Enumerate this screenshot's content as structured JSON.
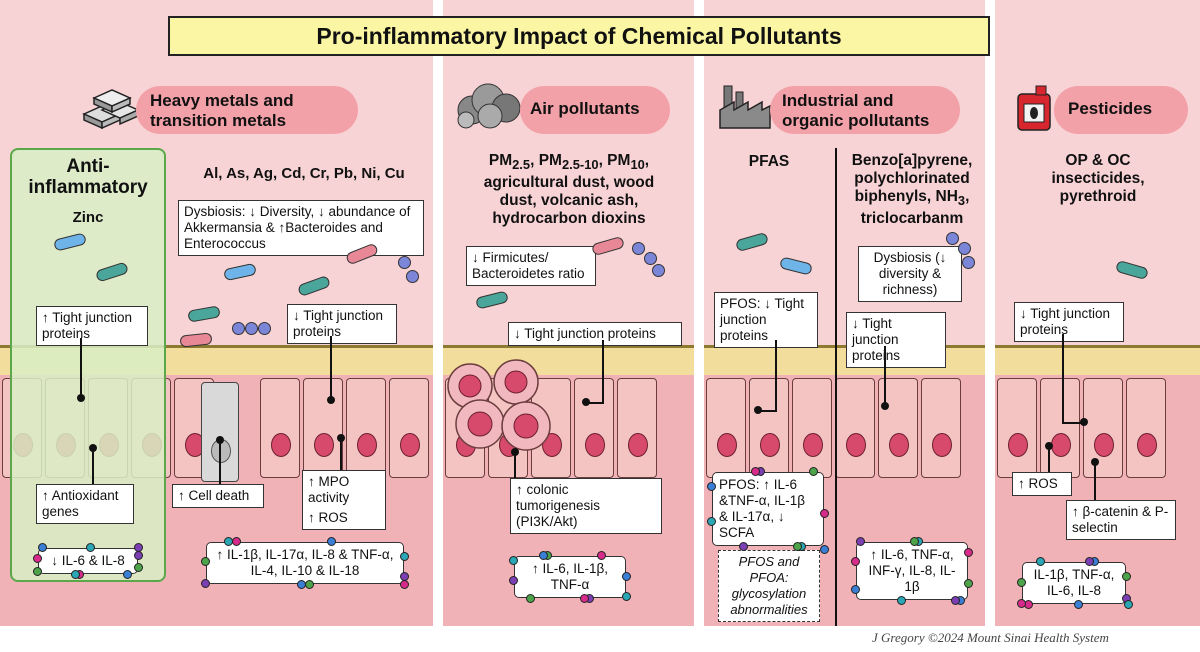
{
  "title": "Pro-inflammatory Impact of Chemical Pollutants",
  "credit": "J Gregory ©2024 Mount Sinai Health System",
  "heavy_metals": {
    "heading": [
      "Heavy metals and",
      "transition metals"
    ],
    "agents": "Al, As, Ag, Cd, Cr, Pb, Ni, Cu",
    "dysbiosis": "Dysbiosis: ↓ Diversity, ↓ abundance of Akkermansia & ↑Bacteroides and Enterococcus",
    "tight_junction": "↓ Tight junction proteins",
    "cell_death": "↑ Cell death",
    "mpo": "↑ MPO activity",
    "ros": "↑ ROS",
    "cytokines": "↑ IL-1β, IL-17α, IL-8 & TNF-α, IL-4, IL-10 & IL-18"
  },
  "anti_inflammatory": {
    "heading": [
      "Anti-",
      "inflammatory"
    ],
    "agent": "Zinc",
    "tight_junction": "↑ Tight junction proteins",
    "antioxidant": "↑ Antioxidant genes",
    "cytokines": "↓ IL-6 & IL-8"
  },
  "air": {
    "heading": "Air pollutants",
    "agents": [
      "PM2.5, PM2.5-10, PM10,",
      "agricultural dust, wood",
      "dust, volcanic ash,",
      "hydrocarbon dioxins"
    ],
    "ratio": "↓ Firmicutes/ Bacteroidetes ratio",
    "tight_junction": "↓ Tight junction proteins",
    "tumor": "↑ colonic tumorigenesis (PI3K/Akt)",
    "cytokines": "↑ IL-6, IL-1β, TNF-α"
  },
  "industrial": {
    "heading": [
      "Industrial and",
      "organic pollutants"
    ],
    "pfas": {
      "label": "PFAS",
      "pfos": "PFOS: ↓ Tight junction proteins",
      "cytokines": "PFOS: ↑ IL-6 &TNF-α, IL-1β & IL-17α, ↓ SCFA",
      "note": "PFOS and PFOA: glycosylation abnormalities"
    },
    "organic": {
      "label": [
        "Benzo[a]pyrene,",
        "polychlorinated",
        "biphenyls, NH3,",
        "triclocarbanm"
      ],
      "dysbiosis": "Dysbiosis (↓ diversity & richness)",
      "tight_junction": "↓ Tight junction proteins",
      "cytokines": "↑ IL-6, TNF-α, INF-γ, IL-8, IL-1β"
    }
  },
  "pesticides": {
    "heading": "Pesticides",
    "agents": [
      "OP & OC",
      "insecticides,",
      "pyrethroid"
    ],
    "tight_junction": "↓ Tight junction proteins",
    "ros": "↑ ROS",
    "catenin": "↑ β-catenin & P-selectin",
    "cytokines": "IL-1β, TNF-α, IL-6, IL-8"
  },
  "icons": [
    "metal-ingots-icon",
    "smog-cloud-icon",
    "factory-icon",
    "pesticide-canister-icon"
  ],
  "colors": {
    "panel": "#f8d3d6",
    "wall": "#f0b2b6",
    "pill": "#f3a1a8",
    "title_box": "#fbf6a3",
    "anti_box": "#d9efc6",
    "anti_border": "#5aa84a"
  }
}
